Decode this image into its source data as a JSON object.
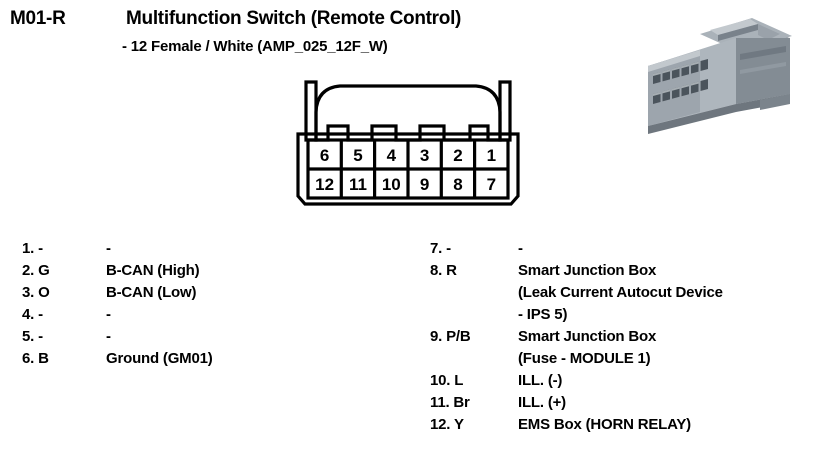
{
  "header": {
    "code": "M01-R",
    "title": "Multifunction Switch (Remote Control)",
    "subtitle": "- 12 Female / White (AMP_025_12F_W)"
  },
  "connector": {
    "diagram_name": "12-way female connector face view",
    "rows": [
      {
        "pins": [
          "6",
          "5",
          "4",
          "3",
          "2",
          "1"
        ]
      },
      {
        "pins": [
          "12",
          "11",
          "10",
          "9",
          "8",
          "7"
        ]
      }
    ],
    "photo_name": "grey-12-way-connector-housing-photo"
  },
  "pins_left": [
    {
      "num": "1. -",
      "desc": "-"
    },
    {
      "num": "2. G",
      "desc": "B-CAN (High)"
    },
    {
      "num": "3. O",
      "desc": "B-CAN (Low)"
    },
    {
      "num": "4. -",
      "desc": "-"
    },
    {
      "num": "5. -",
      "desc": "-"
    },
    {
      "num": "6. B",
      "desc": "Ground (GM01)"
    }
  ],
  "pins_right": [
    {
      "num": "7. -",
      "desc": "-"
    },
    {
      "num": "8. R",
      "desc": "Smart Junction Box"
    },
    {
      "num": "",
      "desc": "(Leak Current Autocut Device"
    },
    {
      "num": "",
      "desc": "- IPS 5)"
    },
    {
      "num": "9. P/B",
      "desc": "Smart Junction Box"
    },
    {
      "num": "",
      "desc": "(Fuse - MODULE 1)"
    },
    {
      "num": "10. L",
      "desc": "ILL. (-)"
    },
    {
      "num": "11. Br",
      "desc": "ILL. (+)"
    },
    {
      "num": "12. Y",
      "desc": "EMS Box (HORN RELAY)"
    }
  ],
  "colors": {
    "ink": "#000000",
    "background": "#ffffff",
    "housing_light": "#b9c0c6",
    "housing_mid": "#8d969e",
    "housing_dark": "#5e666e",
    "cavity": "#49525a"
  }
}
